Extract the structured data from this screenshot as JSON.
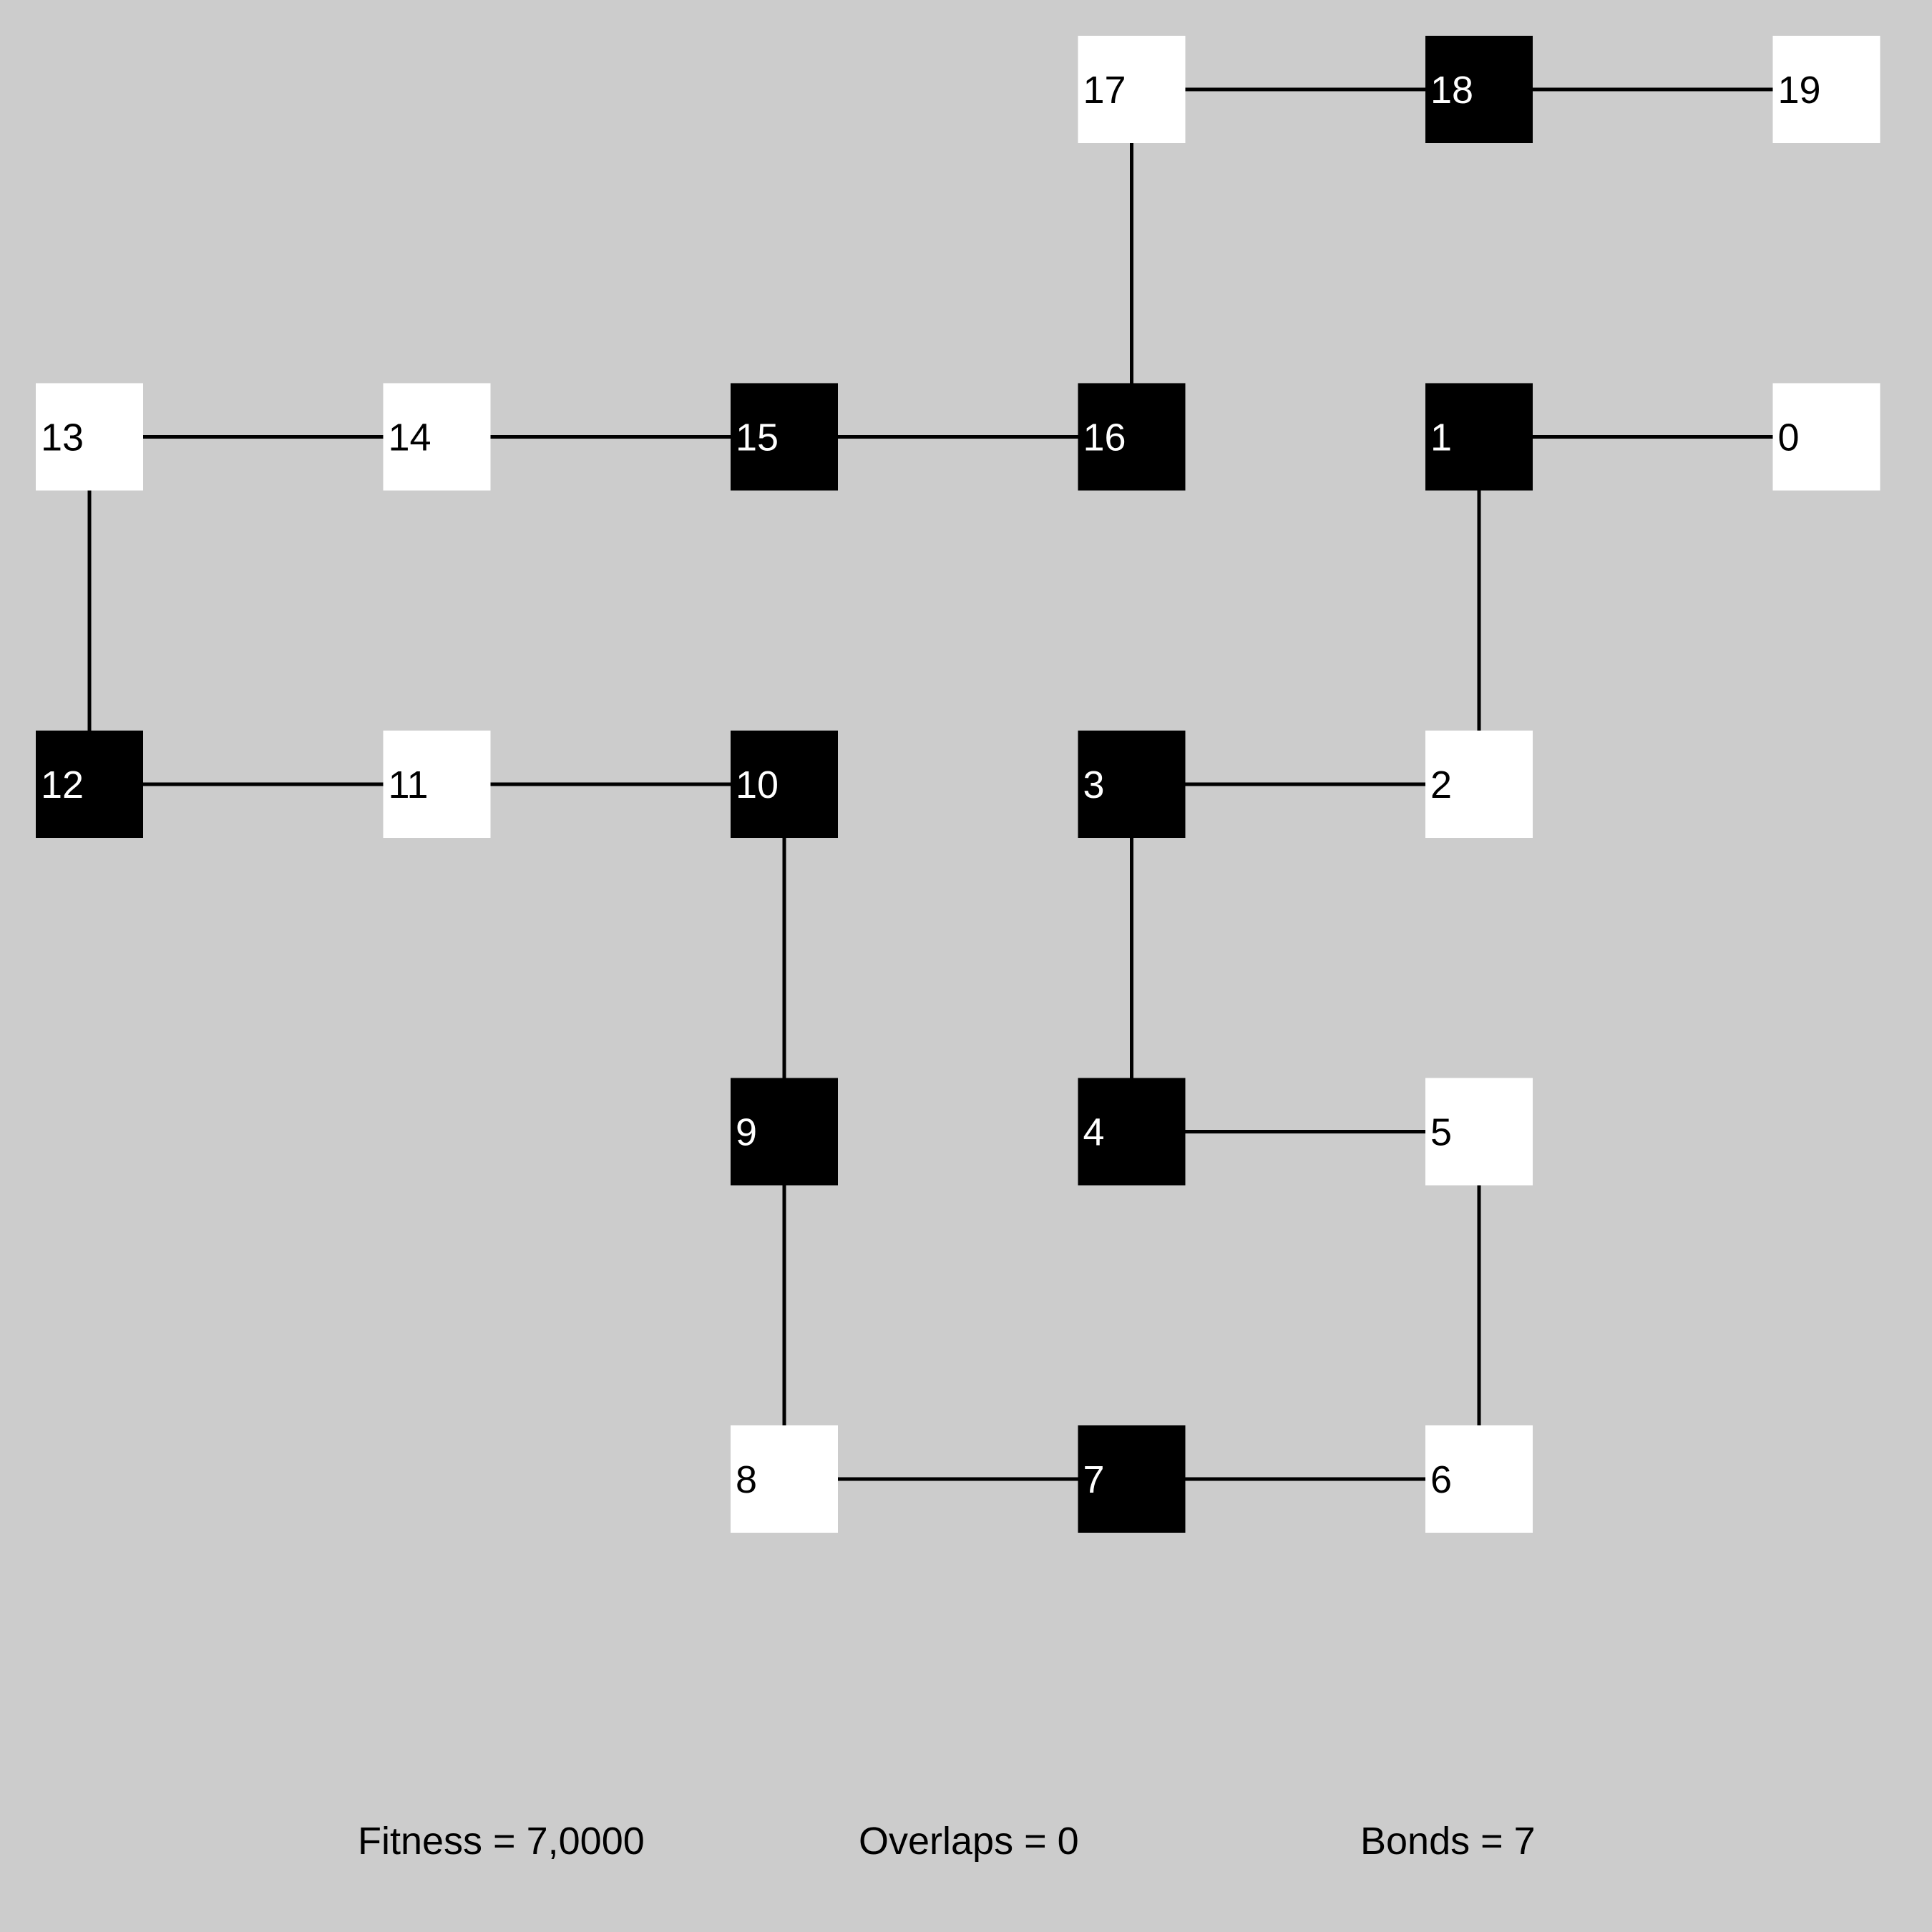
{
  "colors": {
    "background": "#cccccc",
    "hydrophobic": "#000000",
    "polar": "#ffffff",
    "bond": "#000000"
  },
  "residues": [
    {
      "id": "0",
      "type": "white",
      "col": 5,
      "row": 1
    },
    {
      "id": "1",
      "type": "black",
      "col": 4,
      "row": 1
    },
    {
      "id": "2",
      "type": "white",
      "col": 4,
      "row": 2
    },
    {
      "id": "3",
      "type": "black",
      "col": 3,
      "row": 2
    },
    {
      "id": "4",
      "type": "black",
      "col": 3,
      "row": 3
    },
    {
      "id": "5",
      "type": "white",
      "col": 4,
      "row": 3
    },
    {
      "id": "6",
      "type": "white",
      "col": 4,
      "row": 4
    },
    {
      "id": "7",
      "type": "black",
      "col": 3,
      "row": 4
    },
    {
      "id": "8",
      "type": "white",
      "col": 2,
      "row": 4
    },
    {
      "id": "9",
      "type": "black",
      "col": 2,
      "row": 3
    },
    {
      "id": "10",
      "type": "black",
      "col": 2,
      "row": 2
    },
    {
      "id": "11",
      "type": "white",
      "col": 1,
      "row": 2
    },
    {
      "id": "12",
      "type": "black",
      "col": 0,
      "row": 2
    },
    {
      "id": "13",
      "type": "white",
      "col": 0,
      "row": 1
    },
    {
      "id": "14",
      "type": "white",
      "col": 1,
      "row": 1
    },
    {
      "id": "15",
      "type": "black",
      "col": 2,
      "row": 1
    },
    {
      "id": "16",
      "type": "black",
      "col": 3,
      "row": 1
    },
    {
      "id": "17",
      "type": "white",
      "col": 3,
      "row": 0
    },
    {
      "id": "18",
      "type": "black",
      "col": 4,
      "row": 0
    },
    {
      "id": "19",
      "type": "white",
      "col": 5,
      "row": 0
    }
  ],
  "stats": {
    "fitness": "Fitness = 7,0000",
    "overlaps": "Overlaps = 0",
    "bonds": "Bonds = 7"
  }
}
